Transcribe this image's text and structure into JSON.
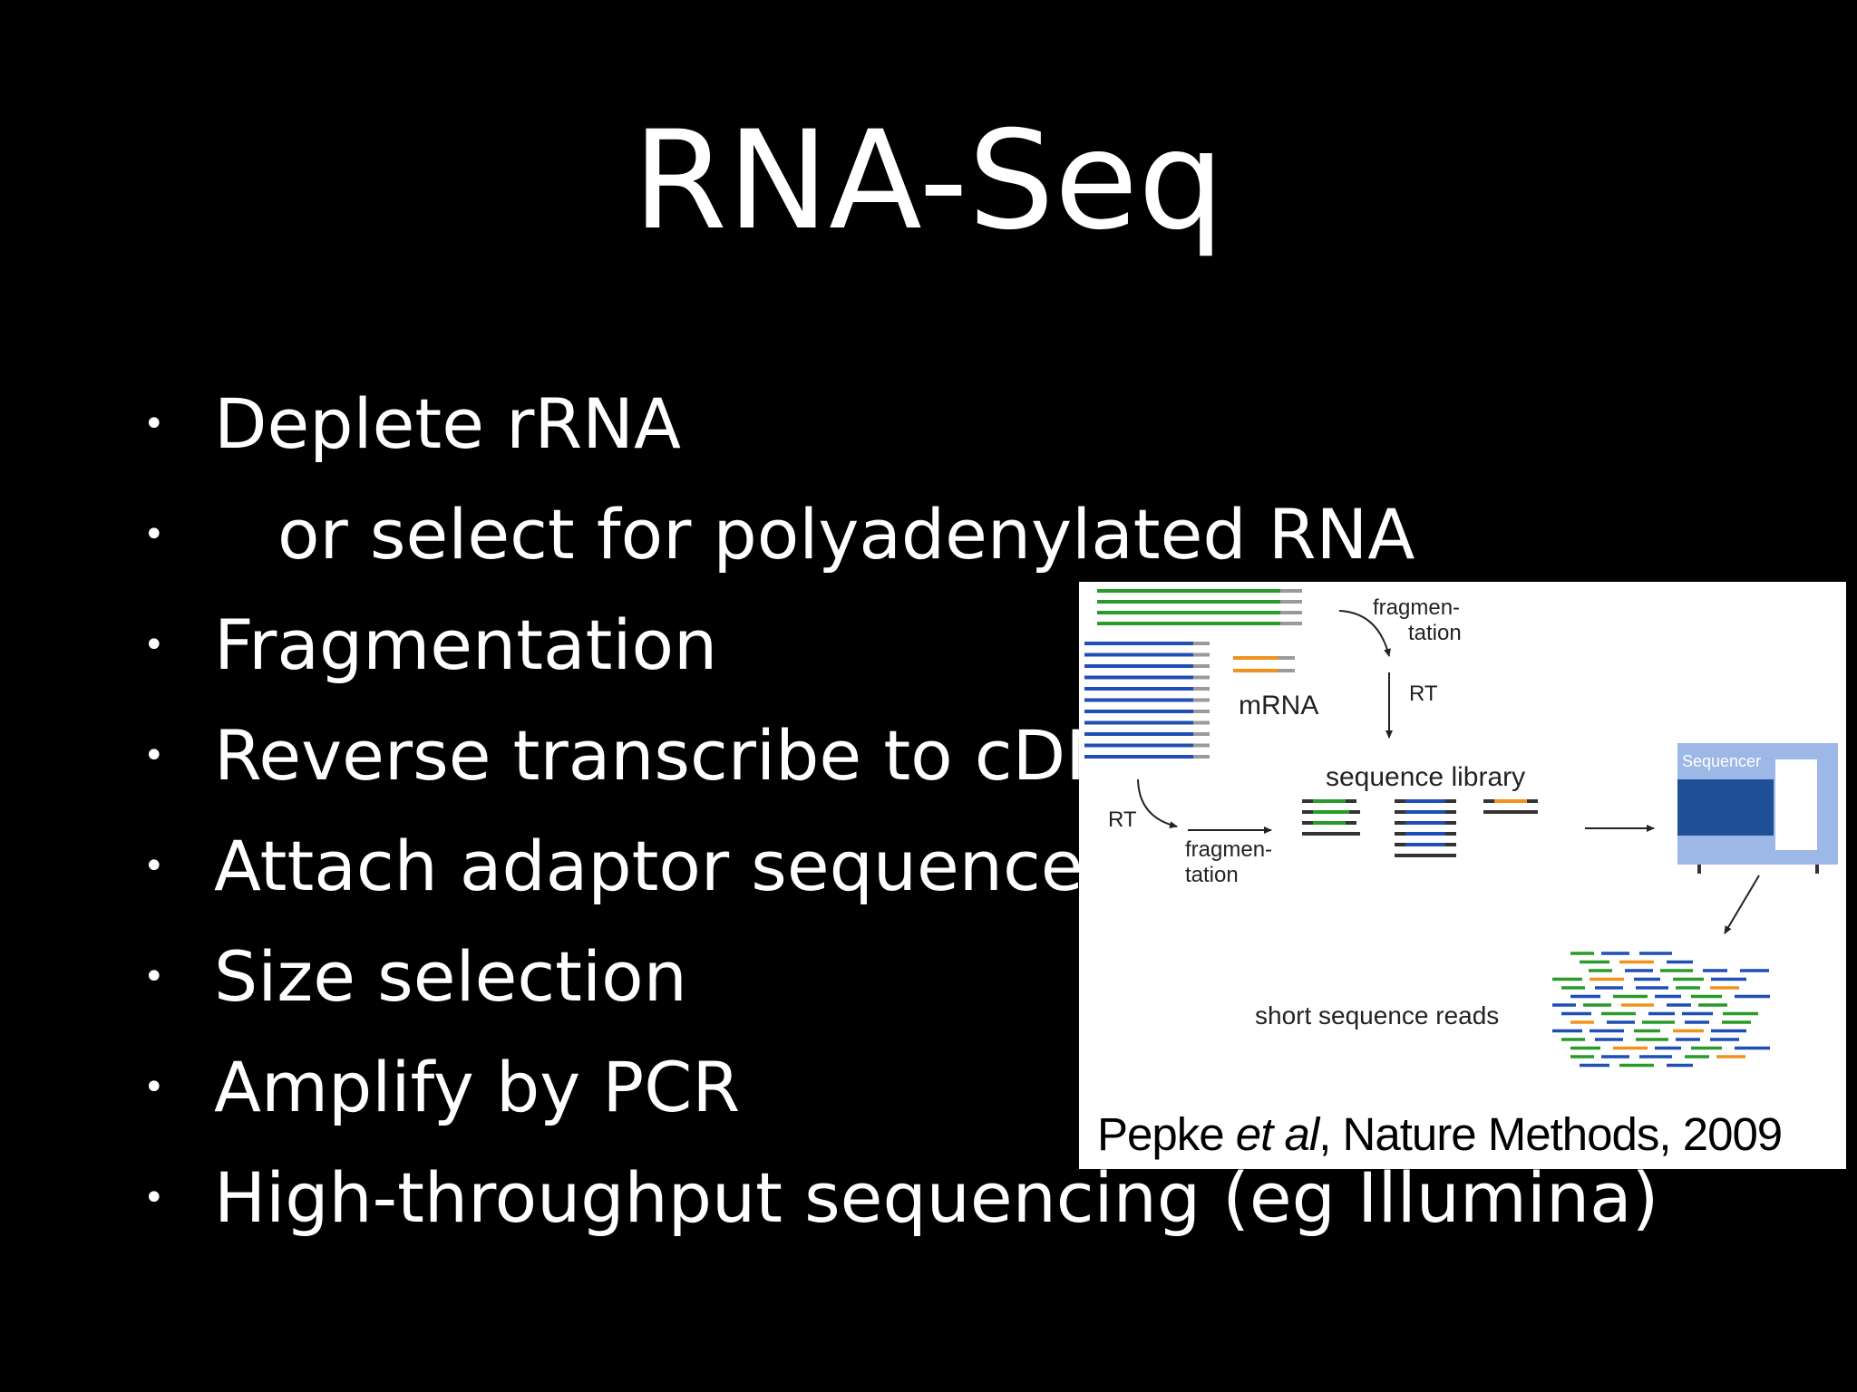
{
  "slide": {
    "title": "RNA-Seq",
    "bullets": [
      {
        "text": "Deplete rRNA"
      },
      {
        "text": "or select for polyadenylated RNA"
      },
      {
        "text": "Fragmentation"
      },
      {
        "text": "Reverse transcribe to cDNA"
      },
      {
        "text": "Attach adaptor sequences"
      },
      {
        "text": "Size selection"
      },
      {
        "text": "Amplify by PCR"
      },
      {
        "text": "High-throughput sequencing (eg Illumina)"
      }
    ]
  },
  "figure": {
    "labels": {
      "fragmentation_top_1": "fragmen-",
      "fragmentation_top_2": "tation",
      "rt_top": "RT",
      "mrna": "mRNA",
      "sequence_library": "sequence library",
      "rt_left": "RT",
      "fragmentation_bottom_1": "fragmen-",
      "fragmentation_bottom_2": "tation",
      "sequencer": "Sequencer",
      "short_reads": "short sequence reads"
    },
    "caption": {
      "author": "Pepke ",
      "etal": "et al",
      "rest": ", Nature Methods, 2009"
    }
  },
  "colors": {
    "background": "#000000",
    "green": "#2a9a2a",
    "blue": "#1f4fb5",
    "orange": "#f0921e",
    "grey": "#9a9a9a",
    "sequencer_light": "#9db8e6",
    "sequencer_dark": "#1f4f96"
  }
}
